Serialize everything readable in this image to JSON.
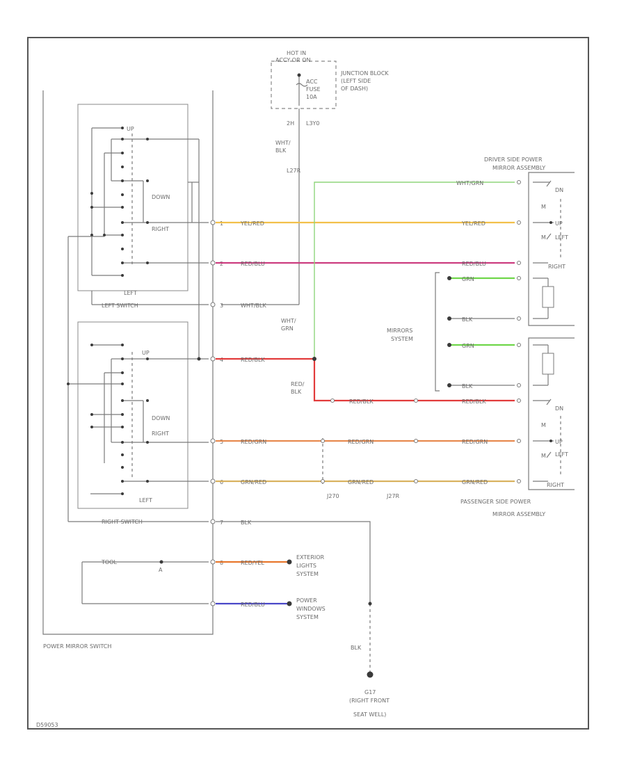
{
  "fuse_block": {
    "hot_label_line1": "HOT IN",
    "hot_label_line2": "ACCY OR ON",
    "fuse_line1": "ACC",
    "fuse_line2": "FUSE",
    "fuse_line3": "10A",
    "junction_line1": "JUNCTION BLOCK",
    "junction_line2": "(LEFT SIDE",
    "junction_line3": "OF DASH)",
    "pin": "2H",
    "conn": "L3Y0"
  },
  "switch": {
    "title": "POWER MIRROR SWITCH",
    "left_switch_label": "LEFT SWITCH",
    "right_switch_label": "RIGHT SWITCH",
    "upper_up": "UP",
    "upper_down": "DOWN",
    "upper_right": "RIGHT",
    "upper_left": "LEFT",
    "lower_up": "UP",
    "lower_down": "DOWN",
    "lower_right": "RIGHT",
    "lower_left": "LEFT",
    "tool_label": "TOOL",
    "tool_pin": "A"
  },
  "wires": {
    "wht_blk_top": "WHT/",
    "wht_blk_bot": "BLK",
    "l27r": "L27R",
    "wht_grn": "WHT/GRN",
    "yel_red": "YEL/RED",
    "red_blu": "RED/BLU",
    "wht_blk": "WHT/BLK",
    "wht_grn_v1": "WHT/",
    "wht_grn_v2": "GRN",
    "red_blk": "RED/BLK",
    "red_blk_v1": "RED/",
    "red_blk_v2": "BLK",
    "red_grn": "RED/GRN",
    "grn_red": "GRN/RED",
    "blk": "BLK",
    "red_yel": "RED/YEL",
    "red_blu2": "RED/BLU",
    "grn": "GRN",
    "blk_mirror": "BLK",
    "j270": "J270",
    "j27r": "J27R",
    "p1": "1",
    "p2": "2",
    "p3": "3",
    "p4": "4",
    "p5": "5",
    "p6": "6",
    "p7": "7",
    "p8": "8"
  },
  "driver_mirror": {
    "line1": "DRIVER SIDE POWER",
    "line2": "MIRROR ASSEMBLY",
    "dn": "DN",
    "up": "UP",
    "left": "LEFT",
    "right": "RIGHT",
    "m": "M"
  },
  "passenger_mirror": {
    "line1": "PASSENGER SIDE POWER",
    "line2": "MIRROR ASSEMBLY",
    "dn": "DN",
    "up": "UP",
    "left": "LEFT",
    "right": "RIGHT",
    "m": "M"
  },
  "mirrors_system": {
    "line1": "MIRRORS",
    "line2": "SYSTEM"
  },
  "exterior_lights": {
    "line1": "EXTERIOR",
    "line2": "LIGHTS",
    "line3": "SYSTEM"
  },
  "power_windows": {
    "line1": "POWER",
    "line2": "WINDOWS",
    "line3": "SYSTEM"
  },
  "ground": {
    "id": "G17",
    "line1": "(RIGHT FRONT",
    "line2": "SEAT WELL)"
  },
  "footer_code": "D59053",
  "colors": {
    "yel_red": "#f2c04a",
    "red_blu": "#cc3d7f",
    "red_blk": "#e23b3b",
    "red_grn": "#e88a4f",
    "grn_red": "#d9b25f",
    "wht_grn": "#8fd67c",
    "grn": "#6fd64a",
    "red_yel": "#e8782e",
    "blue": "#4a47c8"
  }
}
